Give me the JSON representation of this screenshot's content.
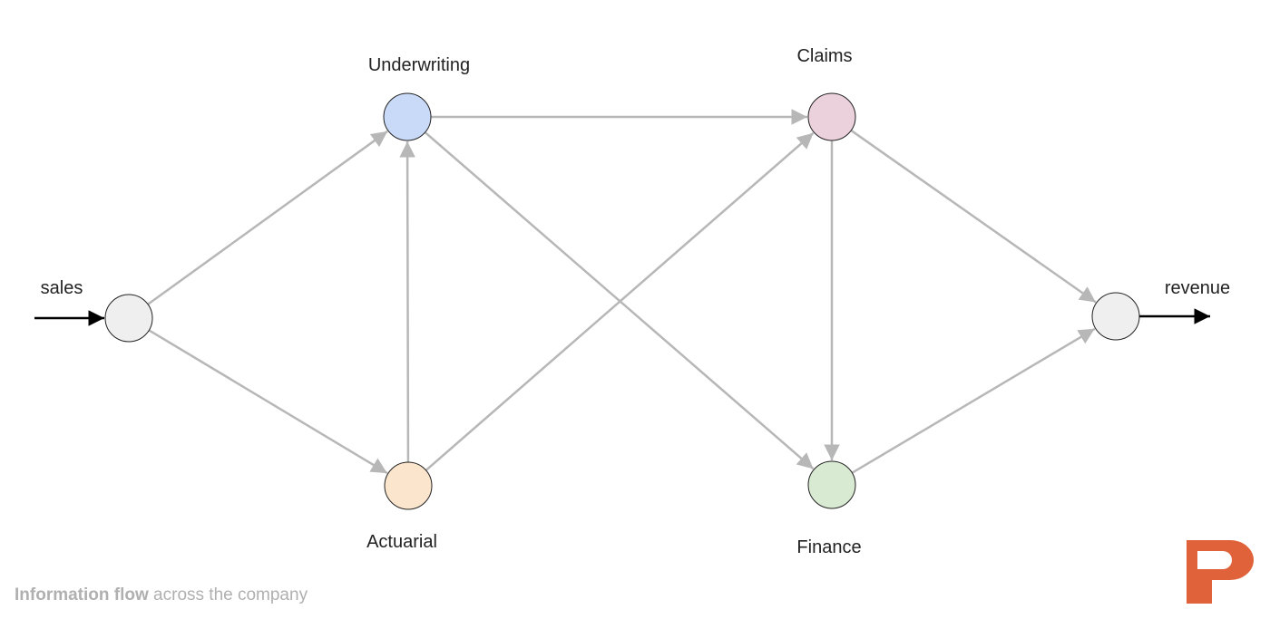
{
  "diagram": {
    "nodes": [
      {
        "id": "sales_node",
        "label": "",
        "color": "#efefef"
      },
      {
        "id": "underwriting",
        "label": "Underwriting",
        "color": "#c9daf8"
      },
      {
        "id": "actuarial",
        "label": "Actuarial",
        "color": "#fce5cd"
      },
      {
        "id": "claims",
        "label": "Claims",
        "color": "#ead1dc"
      },
      {
        "id": "finance",
        "label": "Finance",
        "color": "#d9ead3"
      },
      {
        "id": "revenue_node",
        "label": "",
        "color": "#efefef"
      }
    ],
    "edges": [
      {
        "from": "sales_node",
        "to": "underwriting"
      },
      {
        "from": "sales_node",
        "to": "actuarial"
      },
      {
        "from": "actuarial",
        "to": "underwriting"
      },
      {
        "from": "underwriting",
        "to": "claims"
      },
      {
        "from": "underwriting",
        "to": "finance"
      },
      {
        "from": "actuarial",
        "to": "claims"
      },
      {
        "from": "claims",
        "to": "finance"
      },
      {
        "from": "claims",
        "to": "revenue_node"
      },
      {
        "from": "finance",
        "to": "revenue_node"
      }
    ],
    "input": {
      "label": "sales",
      "to": "sales_node"
    },
    "output": {
      "label": "revenue",
      "from": "revenue_node"
    },
    "edge_color": "#b7b7b7",
    "io_edge_color": "#000000"
  },
  "caption": {
    "bold": "Information flow",
    "rest": " across the company"
  },
  "logo": {
    "icon": "brand-p-logo-icon",
    "color": "#e0623a"
  }
}
